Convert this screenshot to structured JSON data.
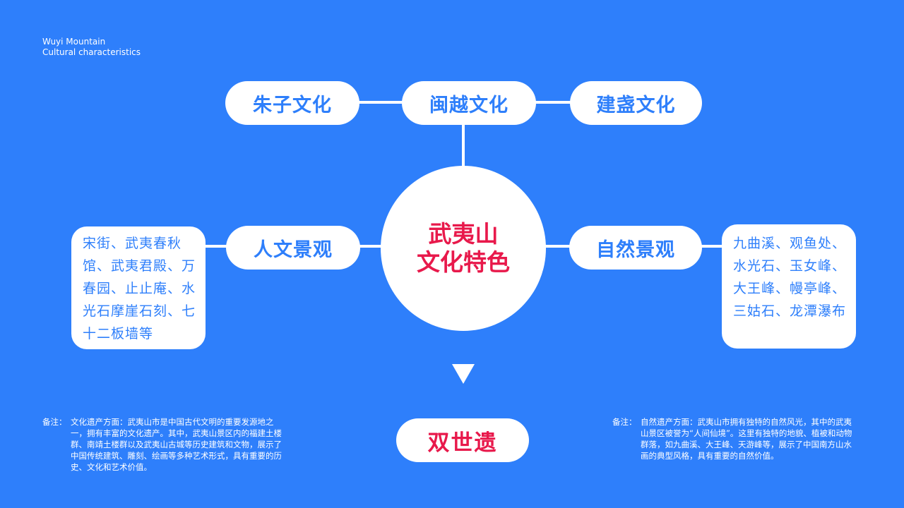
{
  "header": {
    "line1": "Wuyi Mountain",
    "line2": "Cultural characteristics"
  },
  "center": {
    "line1": "武夷山",
    "line2": "文化特色"
  },
  "top_nodes": [
    "朱子文化",
    "闽越文化",
    "建盏文化"
  ],
  "left_node": {
    "label": "人文景观",
    "detail": "宋街、武夷春秋馆、武夷君殿、万春园、止止庵、水光石摩崖石刻、七十二板墙等"
  },
  "right_node": {
    "label": "自然景观",
    "detail": "九曲溪、观鱼处、水光石、玉女峰、大王峰、幔亭峰、三姑石、龙潭瀑布"
  },
  "bottom_node": {
    "label": "双世遗"
  },
  "notes": {
    "left": {
      "label": "备注：",
      "text": "文化遗产方面：武夷山市是中国古代文明的重要发源地之一，拥有丰富的文化遗产。其中，武夷山景区内的福建土楼群、南靖土楼群以及武夷山古城等历史建筑和文物，展示了中国传统建筑、雕刻、绘画等多种艺术形式，具有重要的历史、文化和艺术价值。"
    },
    "right": {
      "label": "备注：",
      "text": "自然遗产方面：武夷山市拥有独特的自然风光，其中的武夷山景区被誉为“人间仙境”。这里有独特的地貌、植被和动物群落，如九曲溪、大王峰、天游峰等，展示了中国南方山水画的典型风格，具有重要的自然价值。"
    }
  },
  "colors": {
    "background": "#2E7FFB",
    "accent": "#E8194B",
    "node": "#FFFFFF"
  }
}
